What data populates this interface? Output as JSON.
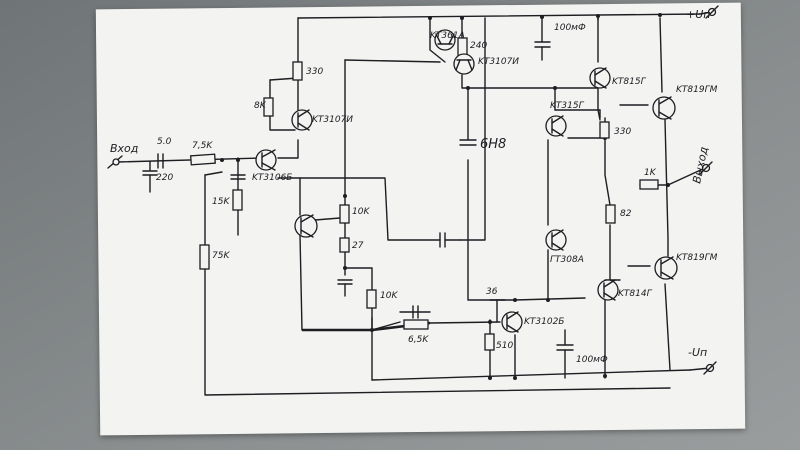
{
  "photo": {
    "subject": "hand-drawn amplifier schematic"
  },
  "labels": {
    "input": "Вход",
    "output": "Выход",
    "plus_supply": "+Uп",
    "minus_supply": "-Uп",
    "c_in_value": "5.0",
    "c_in_shunt": "220",
    "r_in": "7,5K",
    "r_15k": "15K",
    "r_75k": "75K",
    "q_input_pnp": "KT3106Б",
    "q_kt3107i_a": "KT3107И",
    "r_330_top": "330",
    "r_8k": "8K",
    "q_kt361a": "KT361А",
    "r_240": "240",
    "q_kt3107i_b": "KT3107И",
    "cap_100mf_top": "100мФ",
    "q_kt815g": "KT815Г",
    "q_kt819gm_top": "KT819ГМ",
    "q_kt315g": "KT315Г",
    "r_330_mid": "330",
    "c_6n8": "6Н8",
    "r_10k_mid": "10K",
    "r_27": "27",
    "r_10k_low": "10K",
    "r_out_1k": "1K",
    "r_82": "82",
    "q_gt308a": "ГТ308А",
    "q_kt819gm_bot": "KT819ГМ",
    "c_36": "36",
    "q_kt814g": "KT814Г",
    "r_6_5k": "6,5K",
    "q_kt3102b": "KT3102Б",
    "r_510": "510",
    "cap_100mf_bot": "100мФ"
  }
}
